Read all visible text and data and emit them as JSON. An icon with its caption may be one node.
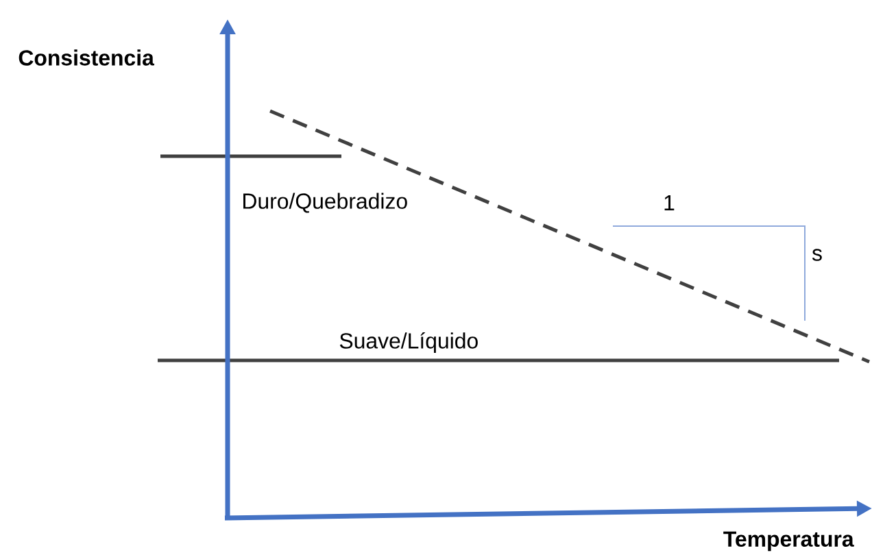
{
  "diagram": {
    "labels": [
      "Consistencia",
      "Duro/Quebradizo",
      "1",
      "s",
      "Suave/Líquido",
      "Temperatura"
    ]
  }
}
